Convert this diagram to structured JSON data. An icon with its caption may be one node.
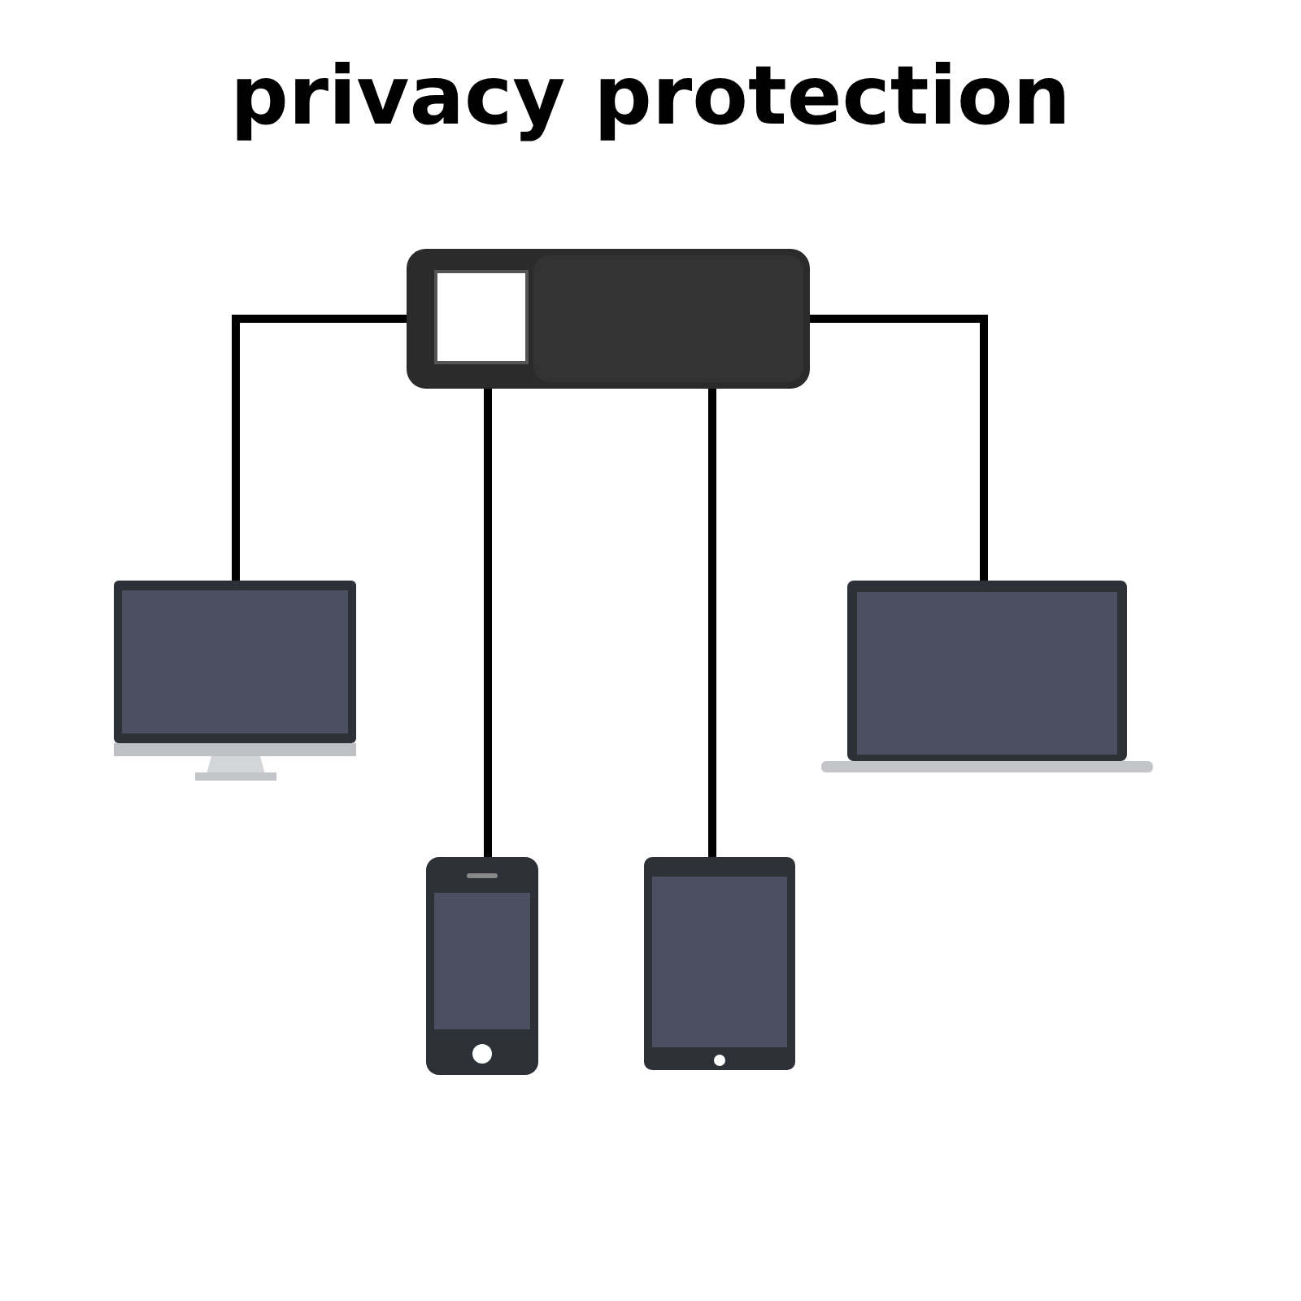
{
  "diagram": {
    "title": "privacy protection",
    "nodes": [
      {
        "text": [],
        "shape": "cover"
      },
      {
        "text": [],
        "shape": "monitor"
      },
      {
        "text": [],
        "shape": "laptop"
      },
      {
        "text": [],
        "shape": "phone"
      },
      {
        "text": [],
        "shape": "tablet"
      }
    ],
    "edges": [
      {
        "from": 0,
        "to": 1,
        "arrow": "none"
      },
      {
        "from": 0,
        "to": 2,
        "arrow": "none"
      },
      {
        "from": 0,
        "to": 3,
        "arrow": "none"
      },
      {
        "from": 0,
        "to": 4,
        "arrow": "none"
      }
    ]
  }
}
